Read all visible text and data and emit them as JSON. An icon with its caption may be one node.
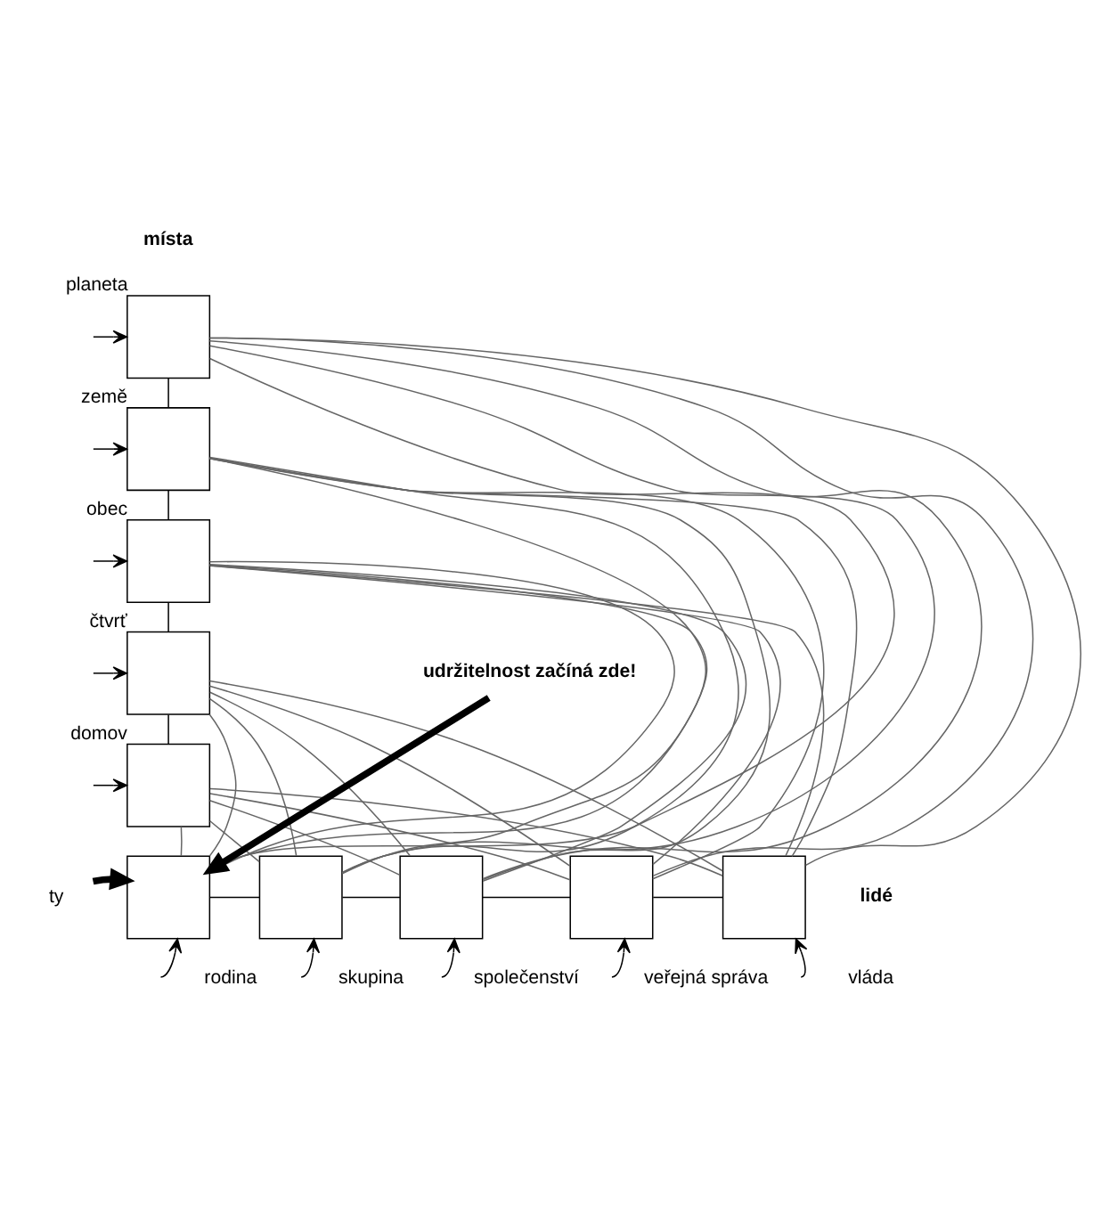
{
  "diagram": {
    "nodes": [
      {
        "text": [],
        "shape": "box",
        "beside": [
          "planeta"
        ]
      },
      {
        "text": [],
        "shape": "box",
        "beside": [
          "země"
        ]
      },
      {
        "text": [],
        "shape": "box",
        "beside": [
          "obec"
        ]
      },
      {
        "text": [],
        "shape": "box",
        "beside": [
          "čtvrť"
        ]
      },
      {
        "text": [],
        "shape": "box",
        "beside": [
          "domov"
        ]
      },
      {
        "text": [],
        "shape": "box",
        "beside": [
          "rodina"
        ]
      },
      {
        "text": [],
        "shape": "box",
        "beside": [
          "skupina"
        ]
      },
      {
        "text": [],
        "shape": "box",
        "beside": [
          "společenství"
        ]
      },
      {
        "text": [],
        "shape": "box",
        "beside": [
          "veřejná správa"
        ]
      },
      {
        "text": [],
        "shape": "box",
        "beside": [
          "vláda"
        ]
      },
      {
        "text": [
          "udržitelnost začíná zde!"
        ]
      },
      {
        "text": [
          "ty"
        ]
      }
    ],
    "edges": [
      {
        "from": 0,
        "to": 1,
        "arrow": "none",
        "color": "#000000"
      },
      {
        "from": 1,
        "to": 2,
        "arrow": "none",
        "color": "#000000"
      },
      {
        "from": 2,
        "to": 3,
        "arrow": "none",
        "color": "#000000"
      },
      {
        "from": 3,
        "to": 4,
        "arrow": "none",
        "color": "#000000"
      },
      {
        "from": 5,
        "to": 6,
        "arrow": "none",
        "color": "#000000"
      },
      {
        "from": 6,
        "to": 7,
        "arrow": "none",
        "color": "#000000"
      },
      {
        "from": 7,
        "to": 8,
        "arrow": "none",
        "color": "#000000"
      },
      {
        "from": 8,
        "to": 9,
        "arrow": "none",
        "color": "#000000"
      },
      {
        "from": null,
        "to": 0,
        "arrow": "to",
        "color": "#000000"
      },
      {
        "from": null,
        "to": 1,
        "arrow": "to",
        "color": "#000000"
      },
      {
        "from": null,
        "to": 2,
        "arrow": "to",
        "color": "#000000"
      },
      {
        "from": null,
        "to": 3,
        "arrow": "to",
        "color": "#000000"
      },
      {
        "from": null,
        "to": 4,
        "arrow": "to",
        "color": "#000000"
      },
      {
        "from": null,
        "to": 5,
        "arrow": "to",
        "color": "#000000"
      },
      {
        "from": null,
        "to": 6,
        "arrow": "to",
        "color": "#000000"
      },
      {
        "from": null,
        "to": 7,
        "arrow": "to",
        "color": "#000000"
      },
      {
        "from": null,
        "to": 8,
        "arrow": "to",
        "color": "#000000"
      },
      {
        "from": null,
        "to": 9,
        "arrow": "to",
        "color": "#000000"
      },
      {
        "from": 10,
        "to": 5,
        "arrow": "to",
        "style": "thick",
        "color": "#000000"
      },
      {
        "from": 11,
        "to": 5,
        "arrow": "to",
        "style": "thick",
        "color": "#000000"
      },
      {
        "from": 0,
        "to": 5,
        "arrow": "none"
      },
      {
        "from": 0,
        "to": 6,
        "arrow": "none"
      },
      {
        "from": 0,
        "to": 7,
        "arrow": "none"
      },
      {
        "from": 0,
        "to": 8,
        "arrow": "none"
      },
      {
        "from": 0,
        "to": 9,
        "arrow": "none"
      },
      {
        "from": 1,
        "to": 5,
        "arrow": "none"
      },
      {
        "from": 1,
        "to": 6,
        "arrow": "none"
      },
      {
        "from": 1,
        "to": 7,
        "arrow": "none"
      },
      {
        "from": 1,
        "to": 8,
        "arrow": "none"
      },
      {
        "from": 1,
        "to": 9,
        "arrow": "none"
      },
      {
        "from": 2,
        "to": 5,
        "arrow": "none"
      },
      {
        "from": 2,
        "to": 6,
        "arrow": "none"
      },
      {
        "from": 2,
        "to": 7,
        "arrow": "none"
      },
      {
        "from": 2,
        "to": 8,
        "arrow": "none"
      },
      {
        "from": 2,
        "to": 9,
        "arrow": "none"
      },
      {
        "from": 3,
        "to": 5,
        "arrow": "none"
      },
      {
        "from": 3,
        "to": 6,
        "arrow": "none"
      },
      {
        "from": 3,
        "to": 7,
        "arrow": "none"
      },
      {
        "from": 3,
        "to": 8,
        "arrow": "none"
      },
      {
        "from": 3,
        "to": 9,
        "arrow": "none"
      },
      {
        "from": 4,
        "to": 5,
        "arrow": "none"
      },
      {
        "from": 4,
        "to": 6,
        "arrow": "none"
      },
      {
        "from": 4,
        "to": 7,
        "arrow": "none"
      },
      {
        "from": 4,
        "to": 8,
        "arrow": "none"
      },
      {
        "from": 4,
        "to": 9,
        "arrow": "none"
      }
    ],
    "labels": [
      "místa",
      "lidé"
    ]
  }
}
